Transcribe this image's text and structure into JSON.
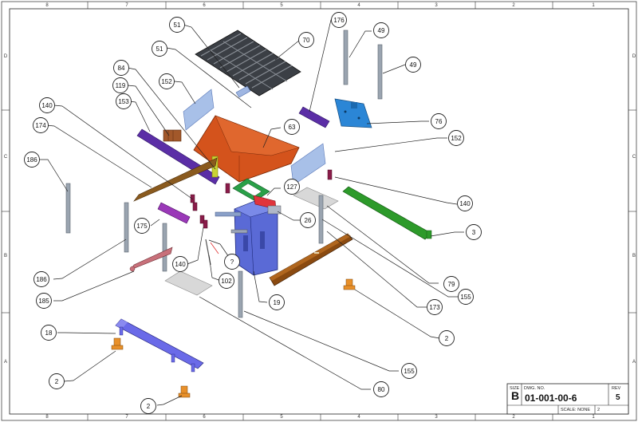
{
  "columns": [
    "8",
    "7",
    "6",
    "5",
    "4",
    "3",
    "2",
    "1"
  ],
  "rows": [
    "D",
    "C",
    "B",
    "A"
  ],
  "balloons": [
    {
      "label": "51"
    },
    {
      "label": "70"
    },
    {
      "label": "176"
    },
    {
      "label": "49"
    },
    {
      "label": "49"
    },
    {
      "label": "51"
    },
    {
      "label": "84"
    },
    {
      "label": "152"
    },
    {
      "label": "119"
    },
    {
      "label": "153"
    },
    {
      "label": "140"
    },
    {
      "label": "174"
    },
    {
      "label": "63"
    },
    {
      "label": "76"
    },
    {
      "label": "152"
    },
    {
      "label": "186"
    },
    {
      "label": "127"
    },
    {
      "label": "140"
    },
    {
      "label": "26"
    },
    {
      "label": "175"
    },
    {
      "label": "3"
    },
    {
      "label": "140"
    },
    {
      "label": "?"
    },
    {
      "label": "102"
    },
    {
      "label": "186"
    },
    {
      "label": "79"
    },
    {
      "label": "155"
    },
    {
      "label": "185"
    },
    {
      "label": "19"
    },
    {
      "label": "173"
    },
    {
      "label": "18"
    },
    {
      "label": "2"
    },
    {
      "label": "155"
    },
    {
      "label": "2"
    },
    {
      "label": "80"
    },
    {
      "label": "2"
    }
  ],
  "title_block": {
    "size_label": "SIZE",
    "size_value": "B",
    "dwg_label": "DWG. NO.",
    "dwg_value": "01-001-00-6",
    "rev_label": "REV",
    "rev_value": "5",
    "scale_text": "SCALE: NONE",
    "sheet_value": "2"
  }
}
